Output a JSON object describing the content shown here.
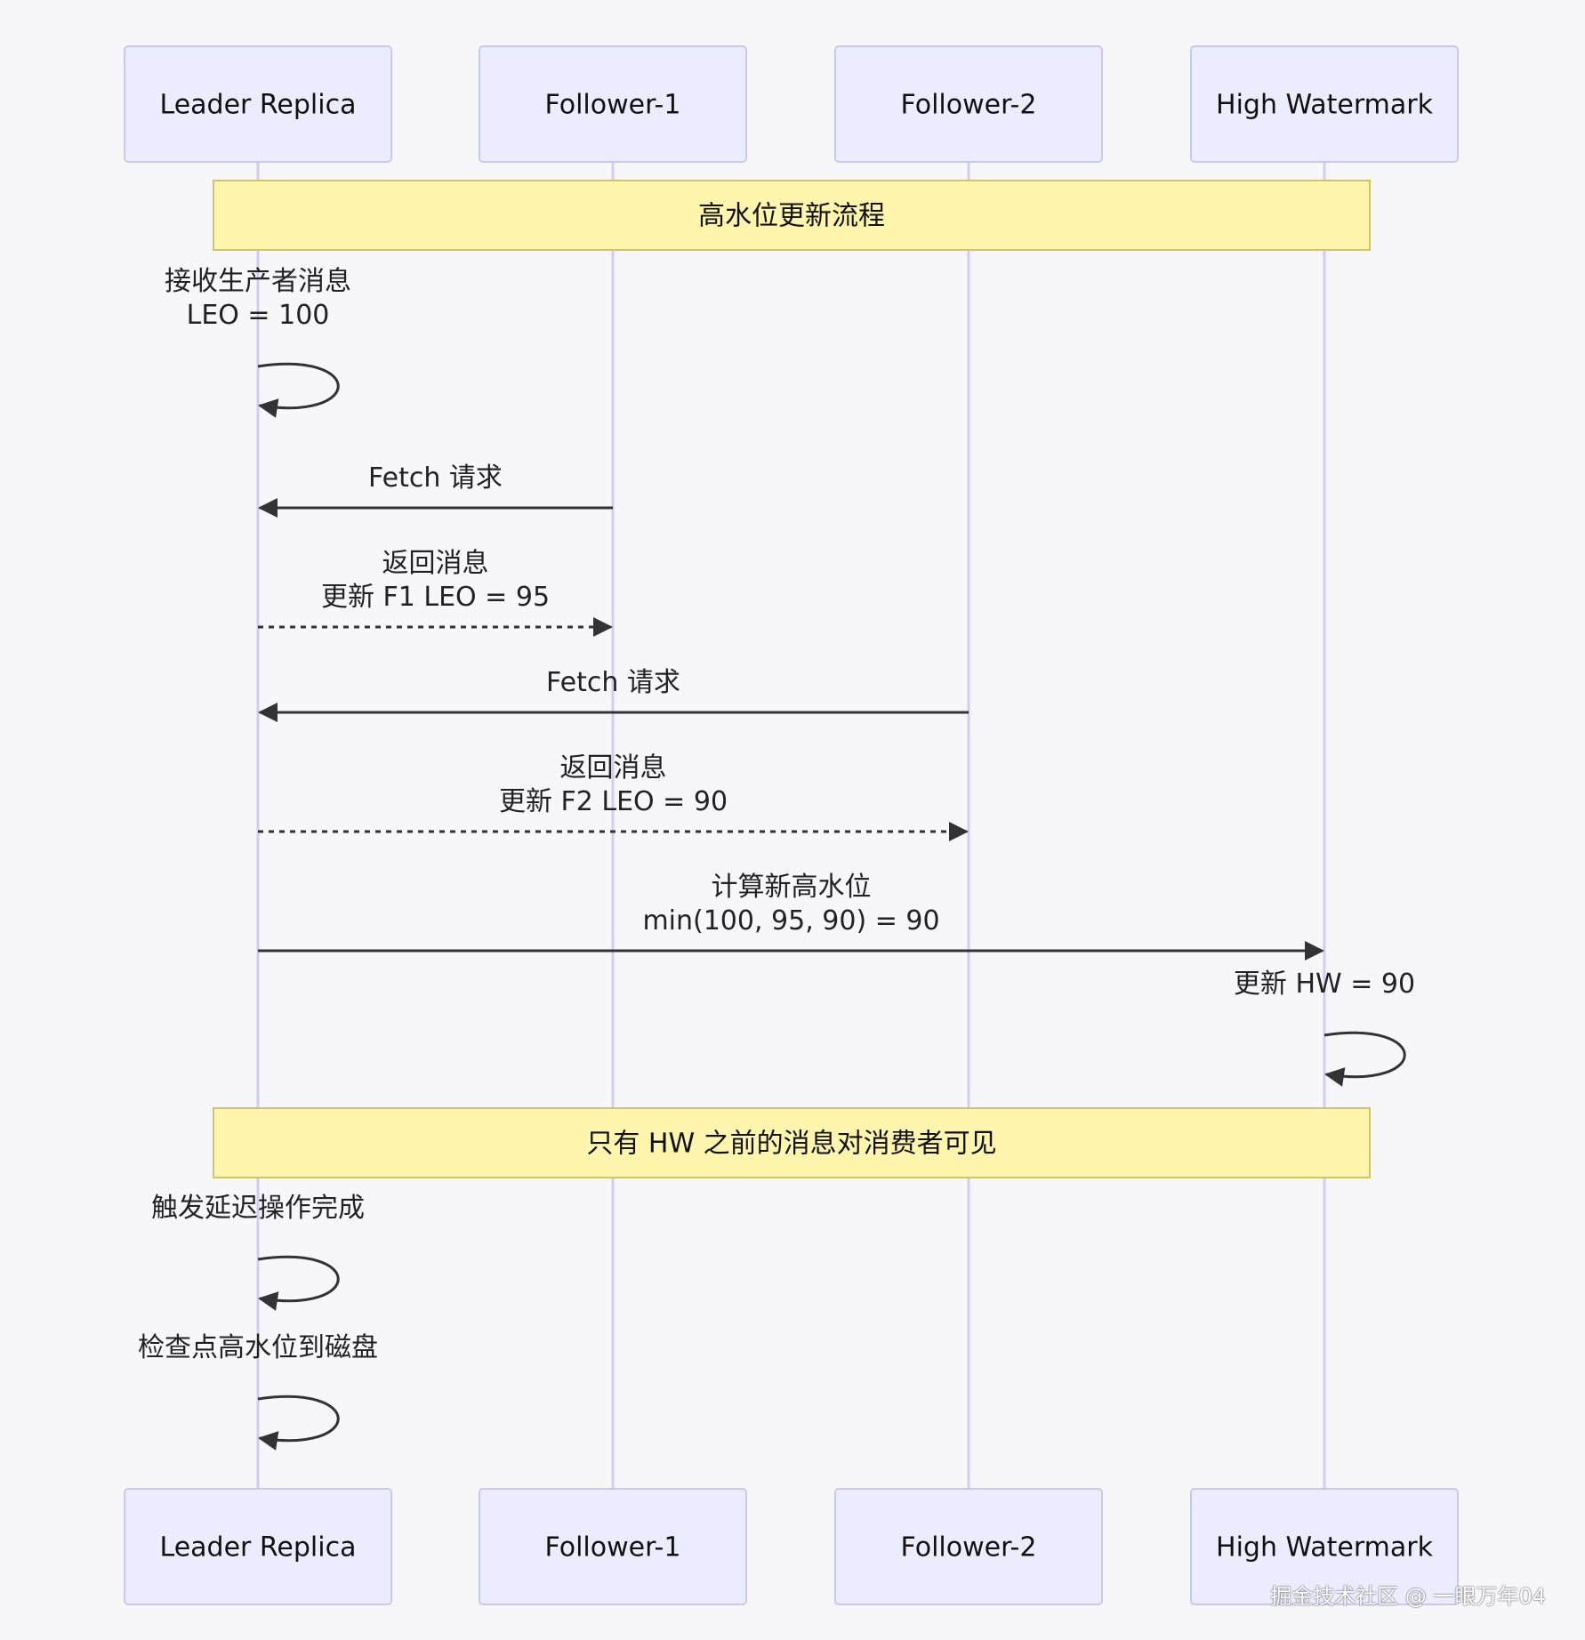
{
  "diagram": {
    "participants": [
      "Leader Replica",
      "Follower-1",
      "Follower-2",
      "High Watermark"
    ],
    "note_top": "高水位更新流程",
    "note_bottom": "只有 HW 之前的消息对消费者可见",
    "messages": [
      {
        "from": "Leader Replica",
        "to": "Leader Replica",
        "style": "self",
        "lines": [
          "接收生产者消息",
          "LEO = 100"
        ]
      },
      {
        "from": "Follower-1",
        "to": "Leader Replica",
        "style": "solid",
        "lines": [
          "Fetch 请求"
        ]
      },
      {
        "from": "Leader Replica",
        "to": "Follower-1",
        "style": "dashed",
        "lines": [
          "返回消息",
          "更新 F1 LEO = 95"
        ]
      },
      {
        "from": "Follower-2",
        "to": "Leader Replica",
        "style": "solid",
        "lines": [
          "Fetch 请求"
        ]
      },
      {
        "from": "Leader Replica",
        "to": "Follower-2",
        "style": "dashed",
        "lines": [
          "返回消息",
          "更新 F2 LEO = 90"
        ]
      },
      {
        "from": "Leader Replica",
        "to": "High Watermark",
        "style": "solid",
        "lines": [
          "计算新高水位",
          "min(100, 95, 90) = 90"
        ]
      },
      {
        "from": "High Watermark",
        "to": "High Watermark",
        "style": "self",
        "lines": [
          "更新 HW = 90"
        ]
      },
      {
        "from": "Leader Replica",
        "to": "Leader Replica",
        "style": "self",
        "lines": [
          "触发延迟操作完成"
        ]
      },
      {
        "from": "Leader Replica",
        "to": "Leader Replica",
        "style": "self",
        "lines": [
          "检查点高水位到磁盘"
        ]
      }
    ]
  },
  "watermark": "掘金技术社区 @ 一眼万年04"
}
